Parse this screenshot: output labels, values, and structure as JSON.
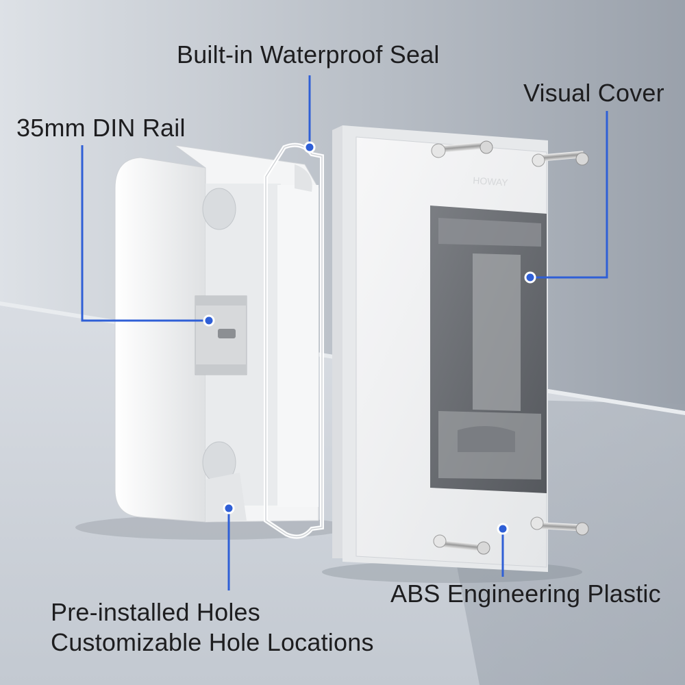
{
  "callouts": {
    "seal": "Built-in Waterproof Seal",
    "din_rail": "35mm DIN Rail",
    "cover": "Visual Cover",
    "holes_line1": "Pre-installed Holes",
    "holes_line2": "Customizable Hole Locations",
    "abs": "ABS Engineering Plastic"
  },
  "brand_mark": "HOWAY",
  "colors": {
    "accent": "#2f5fd6",
    "wall": "#b9bec6",
    "floor": "#cfd4dc",
    "enclosure": "#f2f3f4",
    "window": "#6f7277"
  }
}
